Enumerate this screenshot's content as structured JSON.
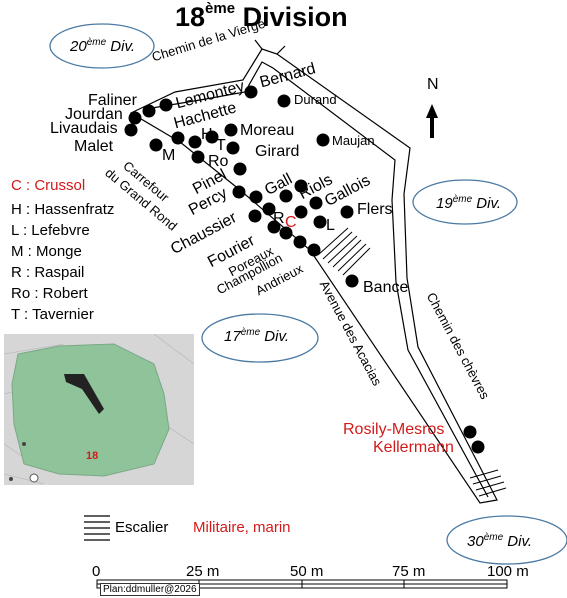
{
  "title": {
    "main": "18",
    "sup": "ème",
    "rest": " Division"
  },
  "divisions": {
    "d20": {
      "num": "20",
      "sup": "ème",
      "rest": " Div."
    },
    "d19": {
      "num": "19",
      "sup": "ème",
      "rest": " Div."
    },
    "d17": {
      "num": "17",
      "sup": "ème",
      "rest": " Div."
    },
    "d30": {
      "num": "30",
      "sup": "ème",
      "rest": " Div."
    }
  },
  "paths": {
    "chemin_vierge": "Chemin de la Vierge",
    "carrefour": "Carrefour",
    "grand_rond": "du Grand Rond",
    "acacias": "Avenue des Acacias",
    "chevres": "Chemin des chèvres"
  },
  "north": "N",
  "graves": {
    "lemontey": "Lemontey",
    "bernard": "Bernard",
    "durand": "Durand",
    "faliner": "Faliner",
    "jourdan": "Jourdan",
    "livaudais": "Livaudais",
    "malet": "Malet",
    "hachette": "Hachette",
    "h": "H",
    "t": "T",
    "m": "M",
    "ro": "Ro",
    "moreau": "Moreau",
    "girard": "Girard",
    "maujan": "Maujan",
    "pinel": "Pinel",
    "percy": "Percy",
    "gall": "Gall",
    "riols": "Riols",
    "gallois": "Gallois",
    "flers": "Flers",
    "chaussier": "Chaussier",
    "fourier": "Fourier",
    "r": "R",
    "c": "C",
    "l": "L",
    "poreaux": "Poreaux",
    "champollion": "Champollion",
    "andrieux": "Andrieux",
    "bance": "Bance",
    "rosily": "Rosily-Mesros",
    "kellermann": "Kellermann"
  },
  "legend": [
    {
      "text": "C : Crussol",
      "color": "#d31a1a"
    },
    {
      "text": "H : Hassenfratz",
      "color": "#000000"
    },
    {
      "text": "L : Lefebvre",
      "color": "#000000"
    },
    {
      "text": "M : Monge",
      "color": "#000000"
    },
    {
      "text": "R : Raspail",
      "color": "#000000"
    },
    {
      "text": "Ro : Robert",
      "color": "#000000"
    },
    {
      "text": "T : Tavernier",
      "color": "#000000"
    }
  ],
  "inset": {
    "number": "18"
  },
  "key": {
    "stairs": "Escalier",
    "military": "Militaire, marin"
  },
  "scale": {
    "ticks": [
      "0",
      "25 m",
      "50 m",
      "75 m",
      "100 m"
    ],
    "credit": "Plan:ddmuller@2026"
  },
  "colors": {
    "military": "#d31a1a",
    "ellipse": "#4a79a3",
    "inset_park": "#8fc49a"
  }
}
